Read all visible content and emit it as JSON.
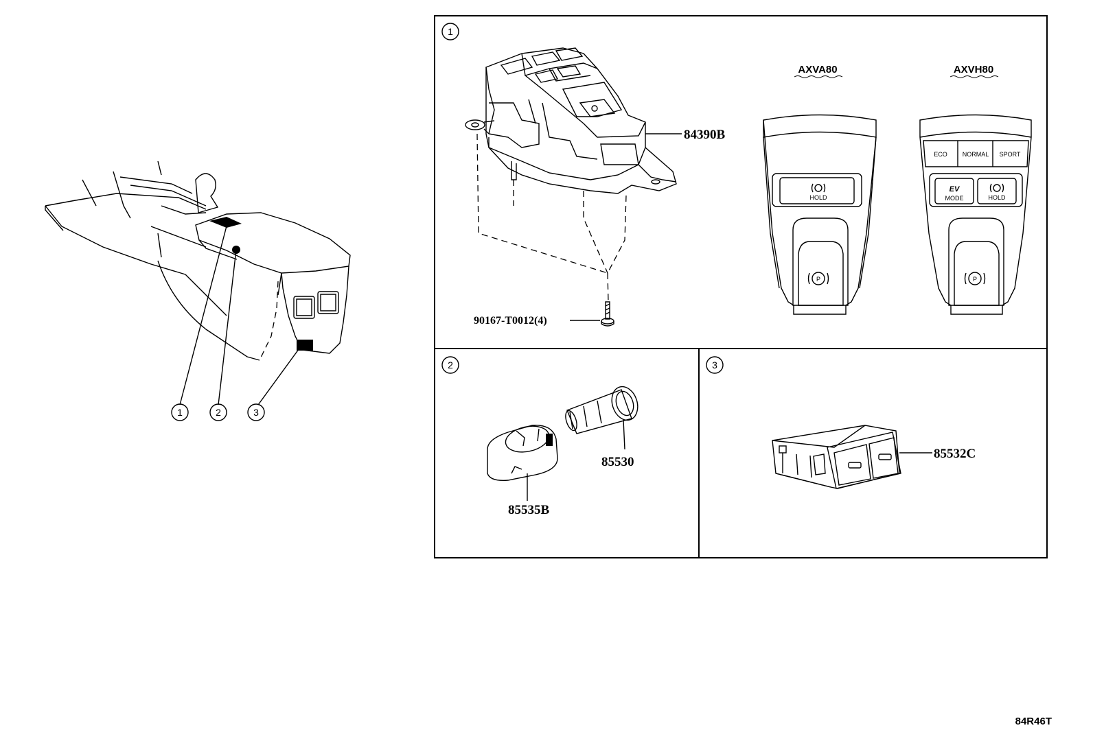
{
  "callouts": {
    "c1": "1",
    "c2": "2",
    "c3": "3"
  },
  "panel1": {
    "number": "1",
    "part_switch": "84390B",
    "part_screw": "90167-T0012(4)",
    "model_a": "AXVA80",
    "model_b": "AXVH80",
    "hold_label": "HOLD",
    "eco_label": "ECO",
    "normal_label": "NORMAL",
    "sport_label": "SPORT",
    "ev_label": "EV",
    "mode_label": "MODE",
    "p_label": "P"
  },
  "panel2": {
    "number": "2",
    "part_socket": "85530",
    "part_cap": "85535B"
  },
  "panel3": {
    "number": "3",
    "part_usb": "85532C"
  },
  "diagram_code": "84R46T"
}
